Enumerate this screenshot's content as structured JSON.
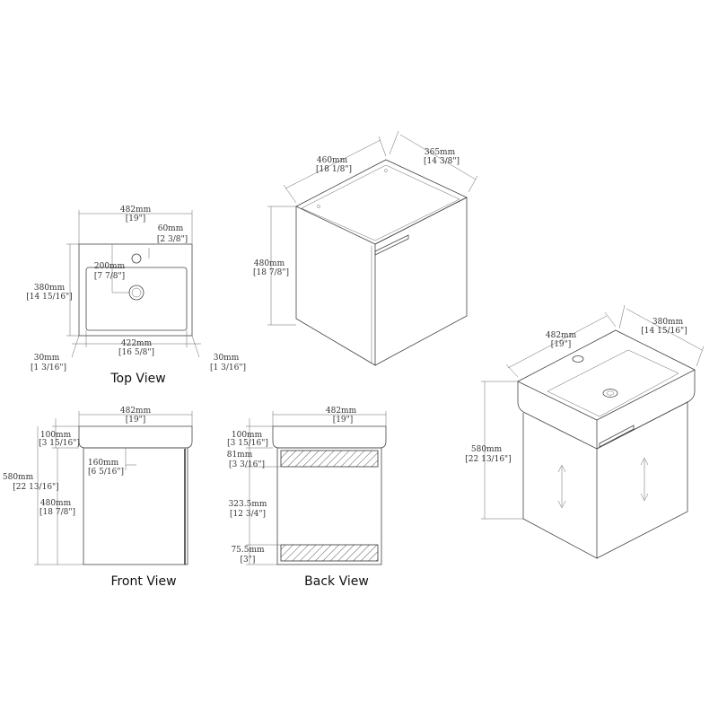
{
  "views": {
    "top": {
      "title": "Top View",
      "width_mm": "482mm",
      "width_in": "[19\"]",
      "depth_mm": "380mm",
      "depth_in": "[14 15/16\"]",
      "tap_mm": "60mm",
      "tap_in": "[2 3/8\"]",
      "drain_mm": "200mm",
      "drain_in": "[7 7/8\"]",
      "basin_mm": "422mm",
      "basin_in": "[16 5/8\"]",
      "rim_left_mm": "30mm",
      "rim_left_in": "[1 3/16\"]",
      "rim_right_mm": "30mm",
      "rim_right_in": "[1 3/16\"]"
    },
    "front": {
      "title": "Front View",
      "width_mm": "482mm",
      "width_in": "[19\"]",
      "top_mm": "100mm",
      "top_in": "[3 15/16\"]",
      "total_mm": "580mm",
      "total_in": "[22 13/16\"]",
      "cabinet_mm": "480mm",
      "cabinet_in": "[18 7/8\"]",
      "handle_mm": "160mm",
      "handle_in": "[6 5/16\"]"
    },
    "back": {
      "title": "Back View",
      "width_mm": "482mm",
      "width_in": "[19\"]",
      "top_mm": "100mm",
      "top_in": "[3 15/16\"]",
      "rail1_mm": "81mm",
      "rail1_in": "[3 3/16\"]",
      "gap_mm": "323.5mm",
      "gap_in": "[12 3/4\"]",
      "rail2_mm": "75.5mm",
      "rail2_in": "[3\"]"
    },
    "cabinet_iso": {
      "width_mm": "460mm",
      "width_in": "[18 1/8\"]",
      "depth_mm": "365mm",
      "depth_in": "[14 3/8\"]",
      "height_mm": "480mm",
      "height_in": "[18 7/8\"]"
    },
    "assembled_iso": {
      "width_mm": "482mm",
      "width_in": "[19\"]",
      "depth_mm": "380mm",
      "depth_in": "[14 15/16\"]",
      "height_mm": "580mm",
      "height_in": "[22 13/16\"]"
    }
  }
}
